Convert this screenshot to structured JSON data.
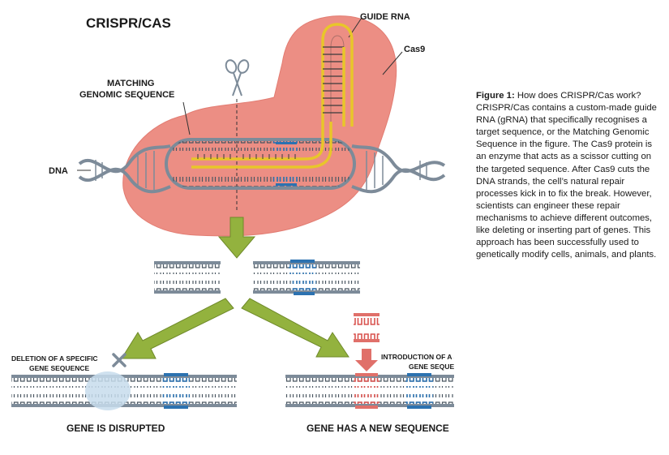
{
  "title": "CRISPR/CAS",
  "labels": {
    "guide_rna": "GUIDE RNA",
    "cas9": "Cas9",
    "matching_line1": "MATCHING",
    "matching_line2": "GENOMIC SEQUENCE",
    "dna": "DNA",
    "deletion_line1": "DELETION OF A SPECIFIC",
    "deletion_line2": "GENE SEQUENCE",
    "introduction_line1": "INTRODUCTION OF A SPECIFIC",
    "introduction_line2": "GENE SEQUENCE",
    "gene_disrupted": "GENE IS DISRUPTED",
    "gene_new_sequence": "GENE HAS A NEW SEQUENCE"
  },
  "caption": {
    "label": "Figure 1:",
    "text": " How does CRISPR/Cas work? CRISPR/Cas contains a custom-made guide RNA (gRNA) that specifically recognises a target sequence, or the Matching Genomic Sequence in the figure. The Cas9 protein is an enzyme that acts as a scissor cutting on the targeted sequence. After Cas9 cuts the DNA strands, the cell’s natural repair processes kick in to fix the break. However, scientists can engineer these repair mechanisms to achieve different outcomes, like deleting or inserting part of genes. This approach has been successfully used to genetically modify cells, animals, and plants."
  },
  "icons": [
    "scissors-icon",
    "cross-icon",
    "arrow-down-icon",
    "arrow-left-down-icon",
    "arrow-right-down-icon"
  ],
  "colors": {
    "cas9_fill": "#ec8e84",
    "dna_strand": "#7d8b99",
    "dna_dark": "#4a5661",
    "target_blue": "#2c72b0",
    "guide_rna": "#e8c62a",
    "arrow_green": "#93b23e",
    "insert_red": "#e0706a",
    "deletion_blue": "#c7dcec"
  }
}
